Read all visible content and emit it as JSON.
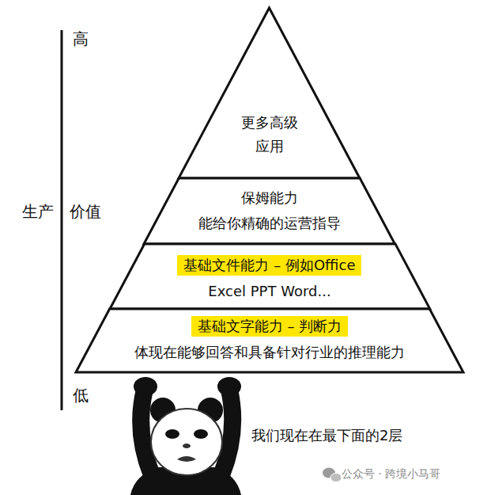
{
  "diagram": {
    "nodes": [
      {
        "text": [
          "更多高级 应用"
        ]
      },
      {
        "text": [
          "保姆能力",
          "能给你精确的运营指导"
        ]
      },
      {
        "text": [
          "基础文件能力 – 例如Office",
          "Excel PPT Word..."
        ]
      },
      {
        "text": [
          "基础文字能力 – 判断力",
          "体现在能够回答和具备针对行业的推理能力"
        ]
      }
    ],
    "labels": [
      "高",
      "生产",
      "价值",
      "低",
      "我们现在在最下面的2层",
      "公众号 · 跨境小马哥"
    ]
  }
}
